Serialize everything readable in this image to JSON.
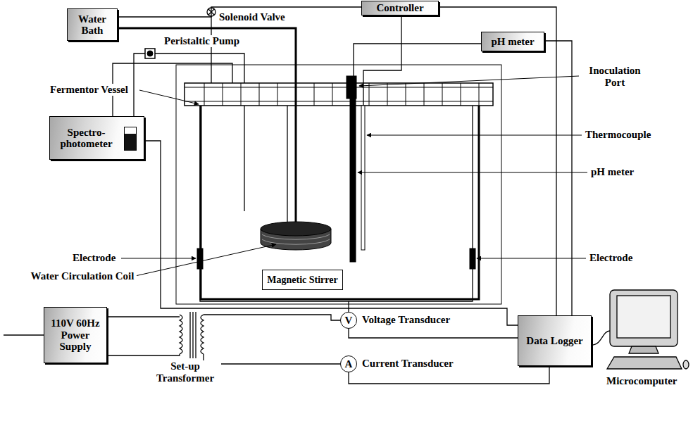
{
  "diagram": {
    "nodes": [
      {
        "text": [
          "Water Bath"
        ]
      },
      {
        "text": [
          "Controller"
        ]
      },
      {
        "text": [
          "pH meter"
        ]
      },
      {
        "text": [
          "Spectro- photometer"
        ]
      },
      {
        "text": [
          "Magnetic Stirrer"
        ]
      },
      {
        "text": [
          "V"
        ]
      },
      {
        "text": [
          "A"
        ]
      },
      {
        "text": [
          "110V 60Hz Power Supply"
        ]
      },
      {
        "text": [
          "Data Logger"
        ]
      }
    ],
    "edges": [
      {
        "from": 1,
        "to": 0,
        "arrow": "none"
      },
      {
        "from": 1,
        "to": 8,
        "arrow": "none"
      },
      {
        "from": 2,
        "to": 8,
        "arrow": "none"
      },
      {
        "from": 3,
        "to": 8,
        "arrow": "none"
      },
      {
        "from": 5,
        "to": 8,
        "arrow": "none"
      },
      {
        "from": 6,
        "to": 8,
        "arrow": "none"
      }
    ],
    "labels": [
      "Solenoid Valve",
      "Peristaltic Pump",
      "Inoculation Port",
      "Fermentor Vessel",
      "Thermocouple",
      "pH meter",
      "Electrode",
      "Electrode",
      "Water Circulation Coil",
      "Voltage Transducer",
      "Current Transducer",
      "Set-up Transformer",
      "Microcomputer"
    ]
  }
}
